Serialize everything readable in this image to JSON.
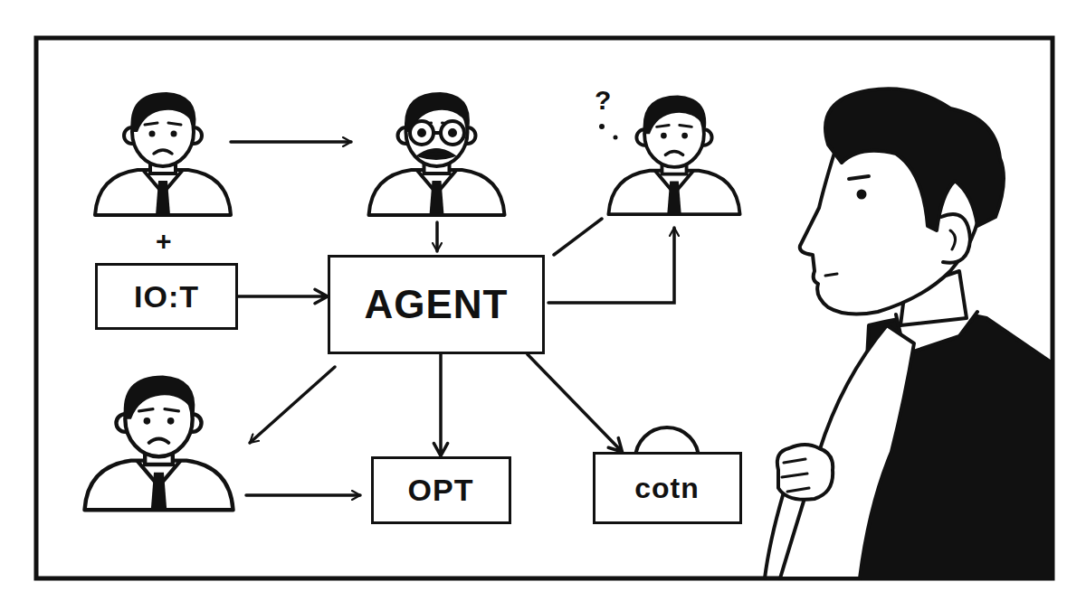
{
  "diagram": {
    "nodes": [
      {
        "text": [
          "IO:T"
        ]
      },
      {
        "text": [
          "AGENT"
        ]
      },
      {
        "text": [
          "OPT"
        ]
      },
      {
        "text": [
          "cotn"
        ]
      }
    ],
    "edges": [
      {
        "from": 0,
        "to": 1,
        "arrow": "to"
      },
      {
        "from": 1,
        "to": 2,
        "arrow": "to"
      },
      {
        "from": 1,
        "to": 3,
        "arrow": "to"
      }
    ],
    "labels": [
      "?",
      "+"
    ]
  }
}
